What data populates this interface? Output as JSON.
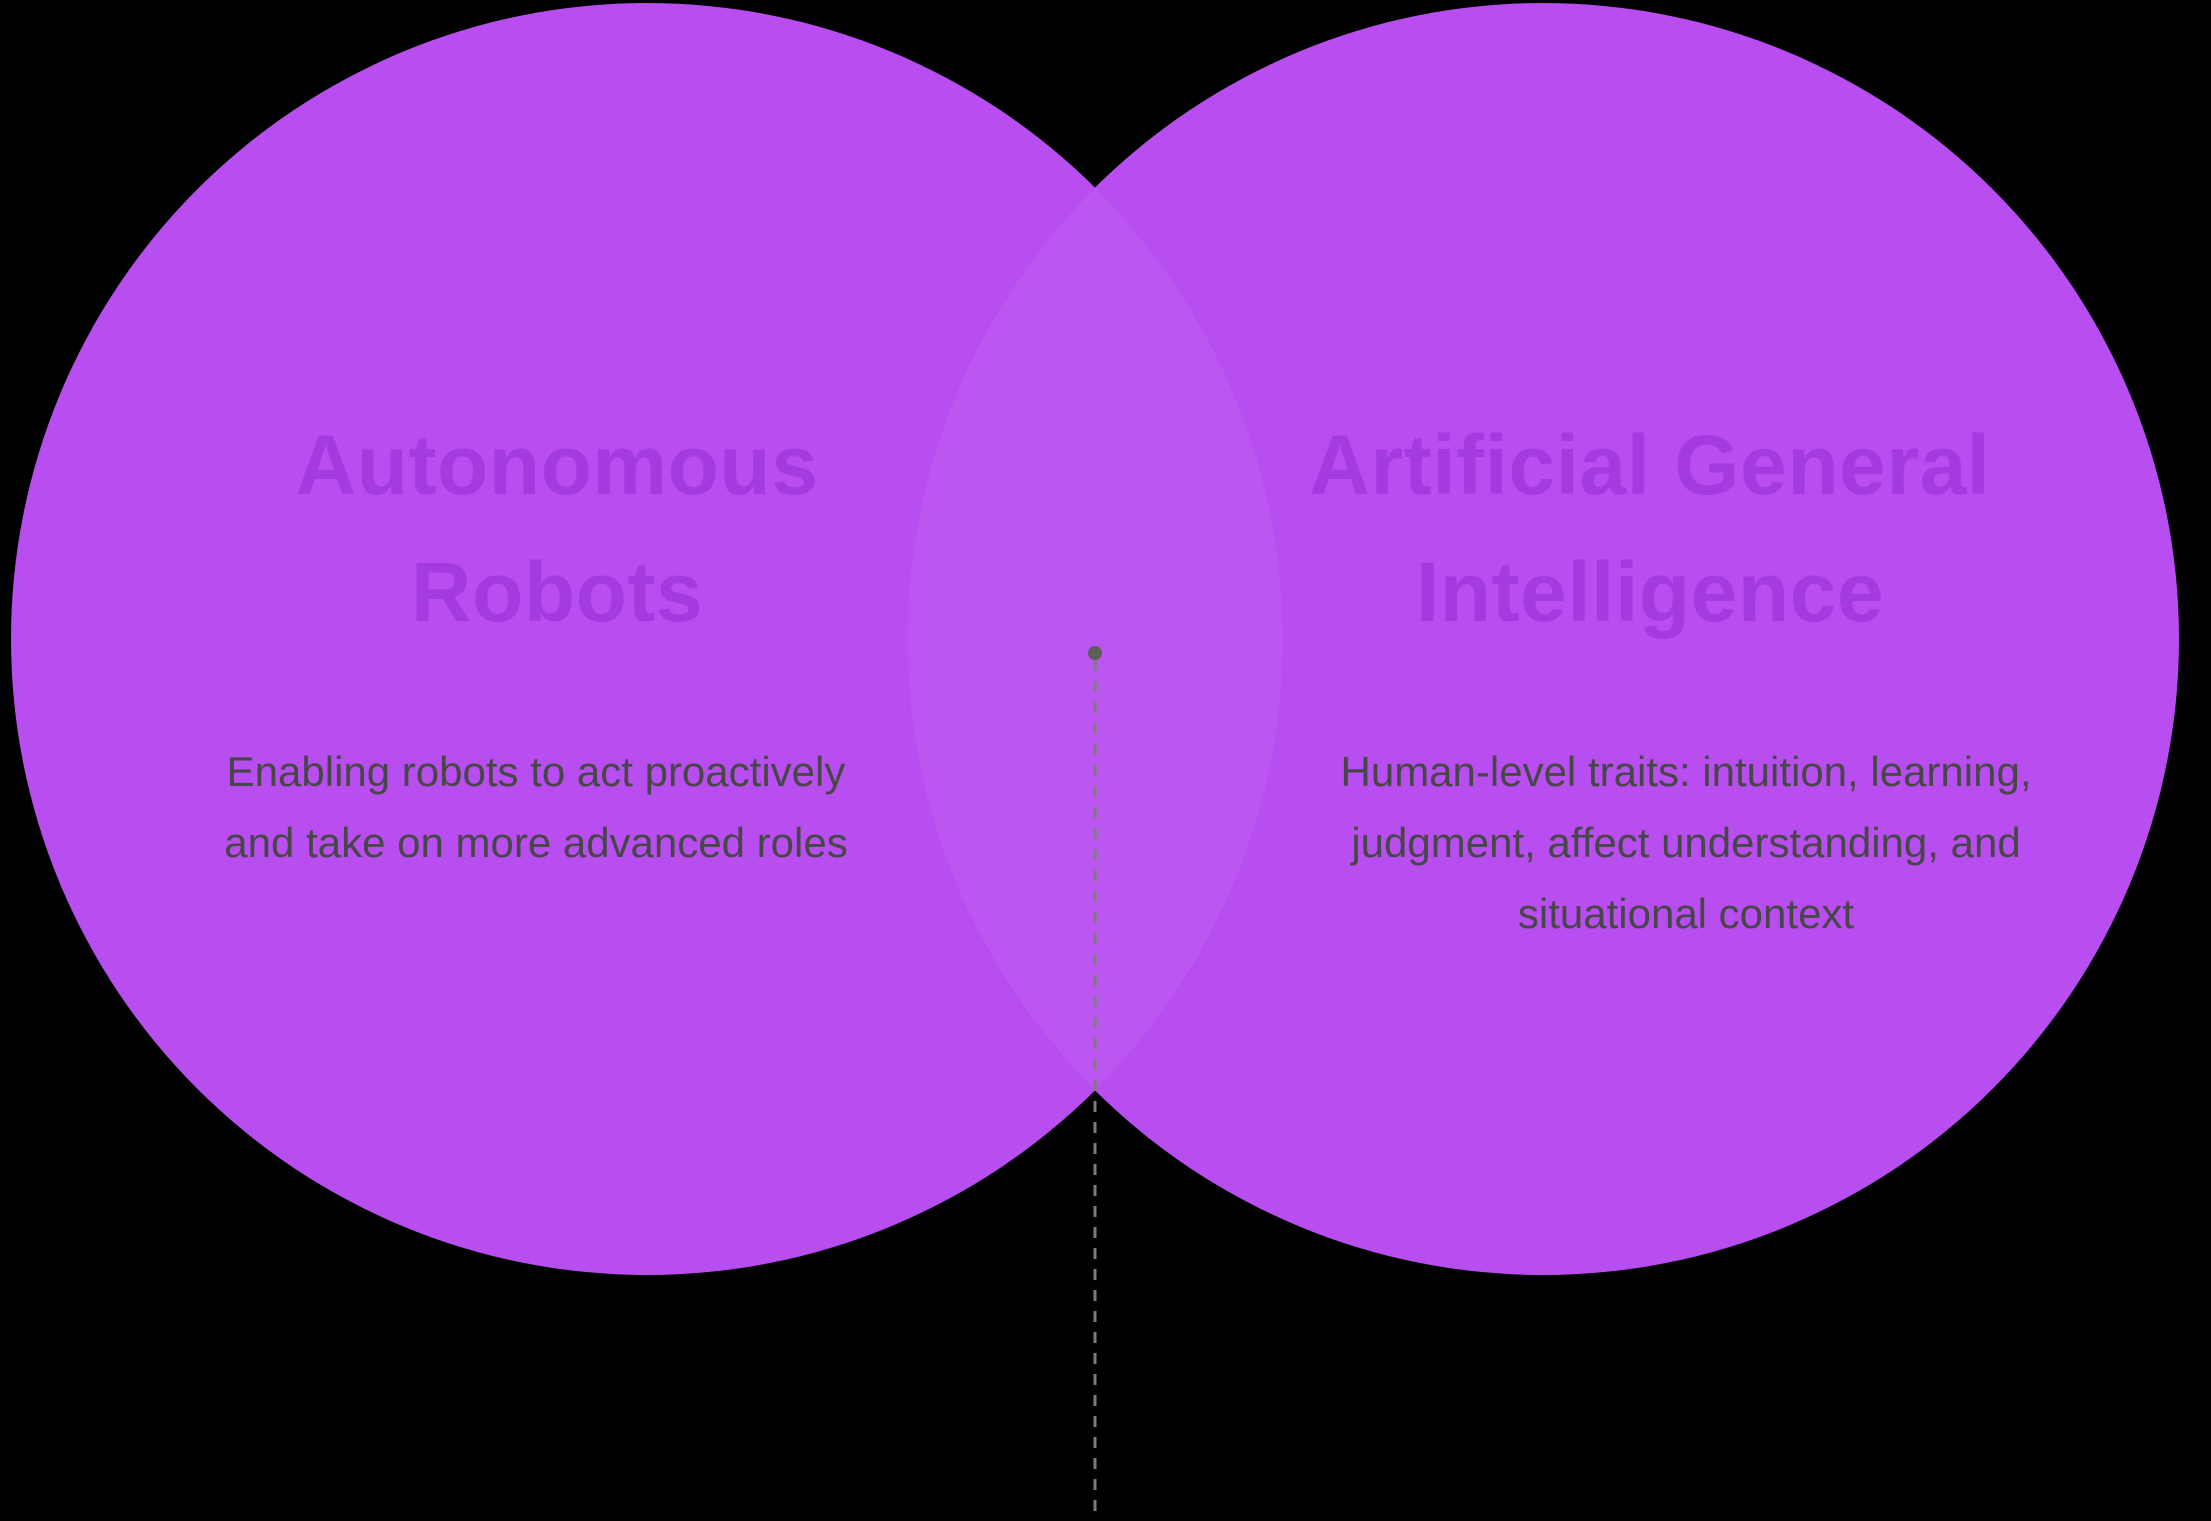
{
  "diagram": {
    "type": "venn",
    "background_color": "#000000",
    "circle_color": "#B84DF0",
    "overlap_tint": "rgba(255,255,255,0.05)",
    "title_color": "#A43BE0",
    "subtitle_color": "#474747",
    "connector": {
      "dot_color": "#5E5E56",
      "line_color": "#7C7C7C",
      "line_style": "dashed"
    }
  },
  "left_circle": {
    "title_lines": [
      "Autonomous",
      "Robots"
    ],
    "subtitle_lines": [
      "Enabling robots to act proactively",
      "and take on more advanced roles"
    ]
  },
  "right_circle": {
    "title_lines": [
      "Artificial General",
      "Intelligence"
    ],
    "subtitle_lines": [
      "Human-level traits: intuition, learning,",
      "judgment, affect understanding, and",
      "situational context"
    ]
  }
}
